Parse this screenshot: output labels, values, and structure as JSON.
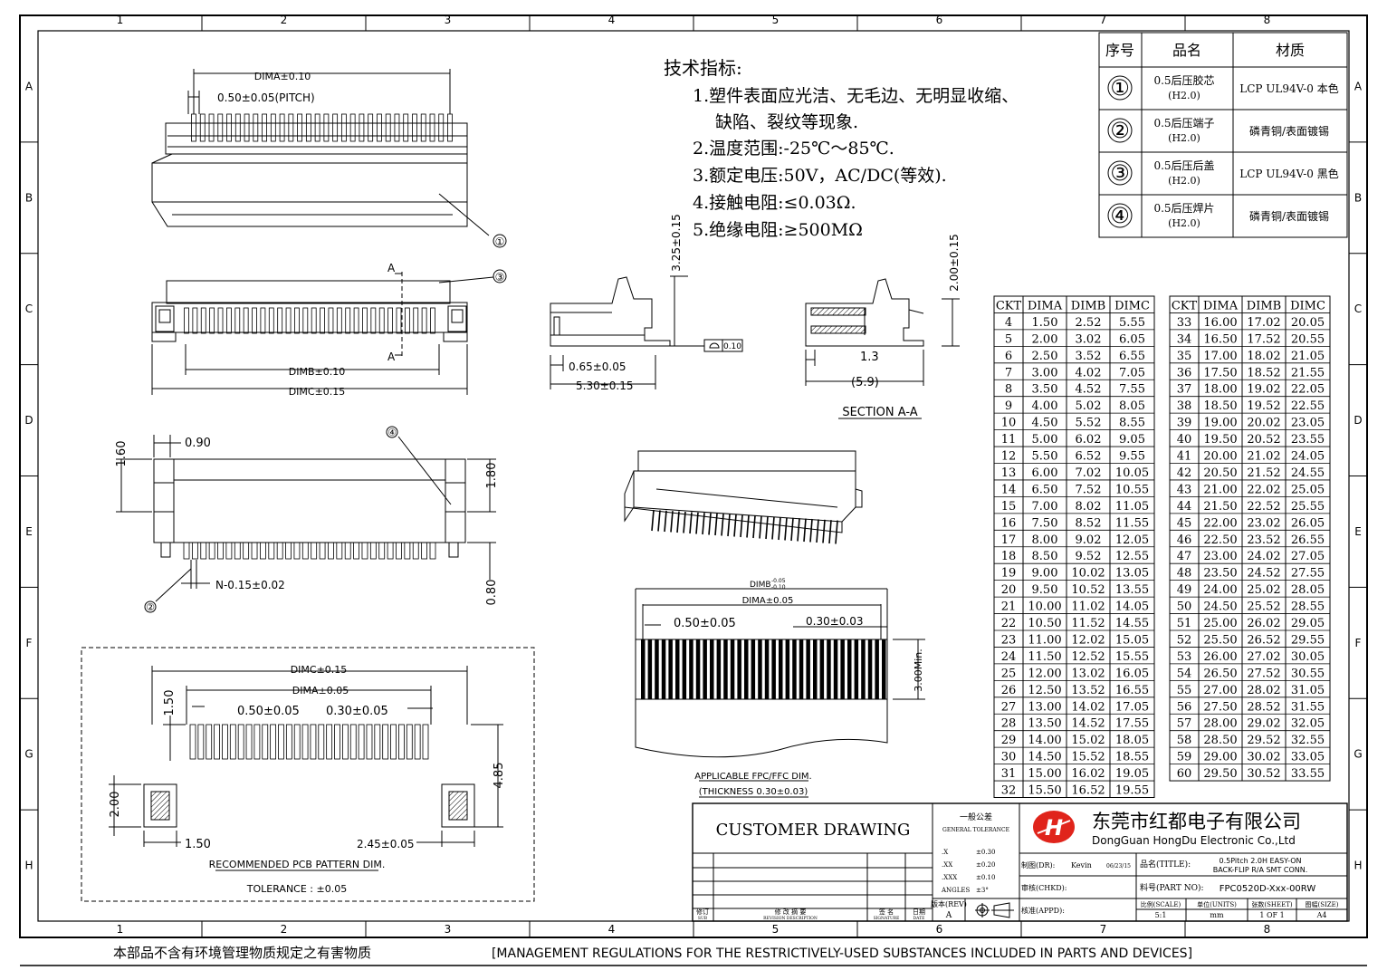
{
  "grid": {
    "cols": [
      "1",
      "2",
      "3",
      "4",
      "5",
      "6",
      "7",
      "8"
    ],
    "rows": [
      "A",
      "B",
      "C",
      "D",
      "E",
      "F",
      "G",
      "H"
    ]
  },
  "tech": {
    "title": "技术指标:",
    "items": [
      "1.塑件表面应光洁、无毛边、无明显收缩、",
      "缺陷、裂纹等现象.",
      "2.温度范围:-25℃～85℃.",
      "3.额定电压:50V，AC/DC(等效).",
      "4.接触电阻:≤0.03Ω.",
      "5.绝缘电阻:≥500MΩ"
    ]
  },
  "bom": {
    "headers": [
      "序号",
      "品名",
      "材质"
    ],
    "rows": [
      {
        "no": "①",
        "name": "0.5后压胶芯",
        "sub": "(H2.0)",
        "material": "LCP  UL94V-0 本色"
      },
      {
        "no": "②",
        "name": "0.5后压端子",
        "sub": "(H2.0)",
        "material": "磷青铜/表面镀锡"
      },
      {
        "no": "③",
        "name": "0.5后压后盖",
        "sub": "(H2.0)",
        "material": "LCP  UL94V-0 黑色"
      },
      {
        "no": "④",
        "name": "0.5后压焊片",
        "sub": "(H2.0)",
        "material": "磷青铜/表面镀锡"
      }
    ]
  },
  "dimtable": {
    "headers": [
      "CKT",
      "DIMA",
      "DIMB",
      "DIMC"
    ],
    "left": [
      [
        "4",
        "1.50",
        "2.52",
        "5.55"
      ],
      [
        "5",
        "2.00",
        "3.02",
        "6.05"
      ],
      [
        "6",
        "2.50",
        "3.52",
        "6.55"
      ],
      [
        "7",
        "3.00",
        "4.02",
        "7.05"
      ],
      [
        "8",
        "3.50",
        "4.52",
        "7.55"
      ],
      [
        "9",
        "4.00",
        "5.02",
        "8.05"
      ],
      [
        "10",
        "4.50",
        "5.52",
        "8.55"
      ],
      [
        "11",
        "5.00",
        "6.02",
        "9.05"
      ],
      [
        "12",
        "5.50",
        "6.52",
        "9.55"
      ],
      [
        "13",
        "6.00",
        "7.02",
        "10.05"
      ],
      [
        "14",
        "6.50",
        "7.52",
        "10.55"
      ],
      [
        "15",
        "7.00",
        "8.02",
        "11.05"
      ],
      [
        "16",
        "7.50",
        "8.52",
        "11.55"
      ],
      [
        "17",
        "8.00",
        "9.02",
        "12.05"
      ],
      [
        "18",
        "8.50",
        "9.52",
        "12.55"
      ],
      [
        "19",
        "9.00",
        "10.02",
        "13.05"
      ],
      [
        "20",
        "9.50",
        "10.52",
        "13.55"
      ],
      [
        "21",
        "10.00",
        "11.02",
        "14.05"
      ],
      [
        "22",
        "10.50",
        "11.52",
        "14.55"
      ],
      [
        "23",
        "11.00",
        "12.02",
        "15.05"
      ],
      [
        "24",
        "11.50",
        "12.52",
        "15.55"
      ],
      [
        "25",
        "12.00",
        "13.02",
        "16.05"
      ],
      [
        "26",
        "12.50",
        "13.52",
        "16.55"
      ],
      [
        "27",
        "13.00",
        "14.02",
        "17.05"
      ],
      [
        "28",
        "13.50",
        "14.52",
        "17.55"
      ],
      [
        "29",
        "14.00",
        "15.02",
        "18.05"
      ],
      [
        "30",
        "14.50",
        "15.52",
        "18.55"
      ],
      [
        "31",
        "15.00",
        "16.02",
        "19.05"
      ],
      [
        "32",
        "15.50",
        "16.52",
        "19.55"
      ]
    ],
    "right": [
      [
        "33",
        "16.00",
        "17.02",
        "20.05"
      ],
      [
        "34",
        "16.50",
        "17.52",
        "20.55"
      ],
      [
        "35",
        "17.00",
        "18.02",
        "21.05"
      ],
      [
        "36",
        "17.50",
        "18.52",
        "21.55"
      ],
      [
        "37",
        "18.00",
        "19.02",
        "22.05"
      ],
      [
        "38",
        "18.50",
        "19.52",
        "22.55"
      ],
      [
        "39",
        "19.00",
        "20.02",
        "23.05"
      ],
      [
        "40",
        "19.50",
        "20.52",
        "23.55"
      ],
      [
        "41",
        "20.00",
        "21.02",
        "24.05"
      ],
      [
        "42",
        "20.50",
        "21.52",
        "24.55"
      ],
      [
        "43",
        "21.00",
        "22.02",
        "25.05"
      ],
      [
        "44",
        "21.50",
        "22.52",
        "25.55"
      ],
      [
        "45",
        "22.00",
        "23.02",
        "26.05"
      ],
      [
        "46",
        "22.50",
        "23.52",
        "26.55"
      ],
      [
        "47",
        "23.00",
        "24.02",
        "27.05"
      ],
      [
        "48",
        "23.50",
        "24.52",
        "27.55"
      ],
      [
        "49",
        "24.00",
        "25.02",
        "28.05"
      ],
      [
        "50",
        "24.50",
        "25.52",
        "28.55"
      ],
      [
        "51",
        "25.00",
        "26.02",
        "29.05"
      ],
      [
        "52",
        "25.50",
        "26.52",
        "29.55"
      ],
      [
        "53",
        "26.00",
        "27.02",
        "30.05"
      ],
      [
        "54",
        "26.50",
        "27.52",
        "30.55"
      ],
      [
        "55",
        "27.00",
        "28.02",
        "31.05"
      ],
      [
        "56",
        "27.50",
        "28.52",
        "31.55"
      ],
      [
        "57",
        "28.00",
        "29.02",
        "32.05"
      ],
      [
        "58",
        "28.50",
        "29.52",
        "32.55"
      ],
      [
        "59",
        "29.00",
        "30.02",
        "33.05"
      ],
      [
        "60",
        "29.50",
        "30.52",
        "33.55"
      ]
    ]
  },
  "dims": {
    "dima_010": "DIMA±0.10",
    "pitch": "0.50±0.05(PITCH)",
    "dimb_010": "DIMB±0.10",
    "dimc_015": "DIMC±0.15",
    "section_a": "A",
    "h325": "3.25±0.15",
    "d065": "0.65±0.05",
    "d530": "5.30±0.15",
    "flat": "0.10",
    "h200": "2.00±0.15",
    "d13": "1.3",
    "d59": "(5.9)",
    "section": "SECTION  A-A",
    "d090": "0.90",
    "d160": "1.60",
    "d180": "1.80",
    "d080": "0.80",
    "n015": "N-0.15±0.02",
    "pcb_dimc": "DIMC±0.15",
    "pcb_dima": "DIMA±0.05",
    "pcb_050": "0.50±0.05",
    "pcb_030": "0.30±0.05",
    "pcb_150v": "1.50",
    "pcb_485": "4.85",
    "pcb_200": "2.00",
    "pcb_150": "1.50",
    "pcb_245": "2.45±0.05",
    "pcb_title": "RECOMMENDED  PCB  PATTERN  DIM.",
    "pcb_tol": "TOLERANCE  :  ±0.05",
    "fpc_dimb": "DIMB",
    "fpc_dimb_tol_up": "-0.05",
    "fpc_dimb_tol_dn": "-0.10",
    "fpc_dima": "DIMA±0.05",
    "fpc_050": "0.50±0.05",
    "fpc_030": "0.30±0.03",
    "fpc_300": "3.00Min.",
    "fpc_title": "APPLICABLE  FPC/FFC  DIM.",
    "fpc_thk": "(THICKNESS  0.30±0.03)"
  },
  "callouts": [
    "①",
    "②",
    "③",
    "④"
  ],
  "titleblock": {
    "customer": "CUSTOMER  DRAWING",
    "tol_cn": "一般公差",
    "tol_en": "GENERAL TOLERANCE",
    "tols": [
      [
        ".X",
        "±0.30"
      ],
      [
        ".XX",
        "±0.20"
      ],
      [
        ".XXX",
        "±0.10"
      ],
      [
        "ANGLES",
        "±3°"
      ]
    ],
    "rev_headers": [
      [
        "修订",
        "SUB"
      ],
      [
        "修 改 摘 要",
        "REVISION DESCRIPTION"
      ],
      [
        "签 名",
        "SIGNATURE"
      ],
      [
        "日期",
        "DATE"
      ]
    ],
    "rev_label": "版本(REV)",
    "rev_value": "A",
    "company_cn": "东莞市红都电子有限公司",
    "company_en": "DongGuan HongDu Electronic Co.,Ltd",
    "drawn_label": "制图(DR):",
    "drawn_name": "Kevin",
    "drawn_date": "06/23/15",
    "chkd_label": "审核(CHKD):",
    "appd_label": "核准(APPD):",
    "title_label": "品名(TITLE):",
    "title_line1": "0.5Pitch 2.0H  EASY-ON",
    "title_line2": "BACK-FLIP R/A SMT CONN.",
    "part_label": "料号(PART NO):",
    "part_no": "FPC0520D-Xxx-00RW",
    "scale_label": "比例(SCALE)",
    "scale_val": "5:1",
    "unit_label": "单位(UNITS)",
    "unit_val": "mm",
    "sheet_label": "张数(SHEET)",
    "sheet_val": "1 OF 1",
    "size_label": "图幅(SIZE)",
    "size_val": "A4"
  },
  "footer": {
    "cn": "本部品不含有环境管理物质规定之有害物质",
    "en": "[MANAGEMENT  REGULATIONS  FOR  THE  RESTRICTIVELY-USED  SUBSTANCES  INCLUDED  IN  PARTS  AND  DEVICES]"
  },
  "logo_color": "#e0241b"
}
